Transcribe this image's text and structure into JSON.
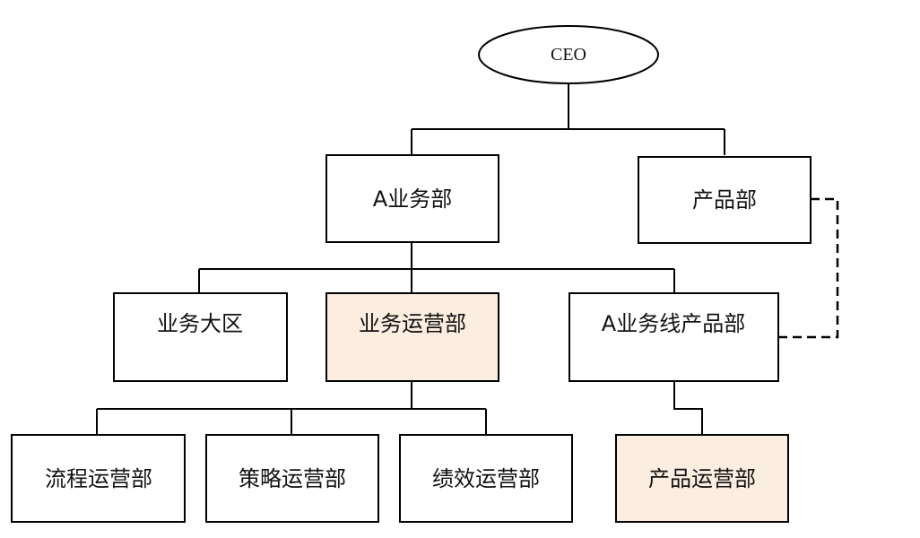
{
  "nodes": {
    "ceo": {
      "label": "CEO"
    },
    "a_business": {
      "label": "A业务部"
    },
    "product": {
      "label": "产品部"
    },
    "business_region": {
      "label": "业务大区"
    },
    "business_ops": {
      "label": "业务运营部",
      "highlight": true
    },
    "a_line_product": {
      "label": "A业务线产品部"
    },
    "process_ops": {
      "label": "流程运营部"
    },
    "strategy_ops": {
      "label": "策略运营部"
    },
    "performance_ops": {
      "label": "绩效运营部"
    },
    "product_ops": {
      "label": "产品运营部",
      "highlight": true
    }
  },
  "colors": {
    "highlight_fill": "#fbede0",
    "box_fill": "#ffffff",
    "stroke": "#000000"
  }
}
